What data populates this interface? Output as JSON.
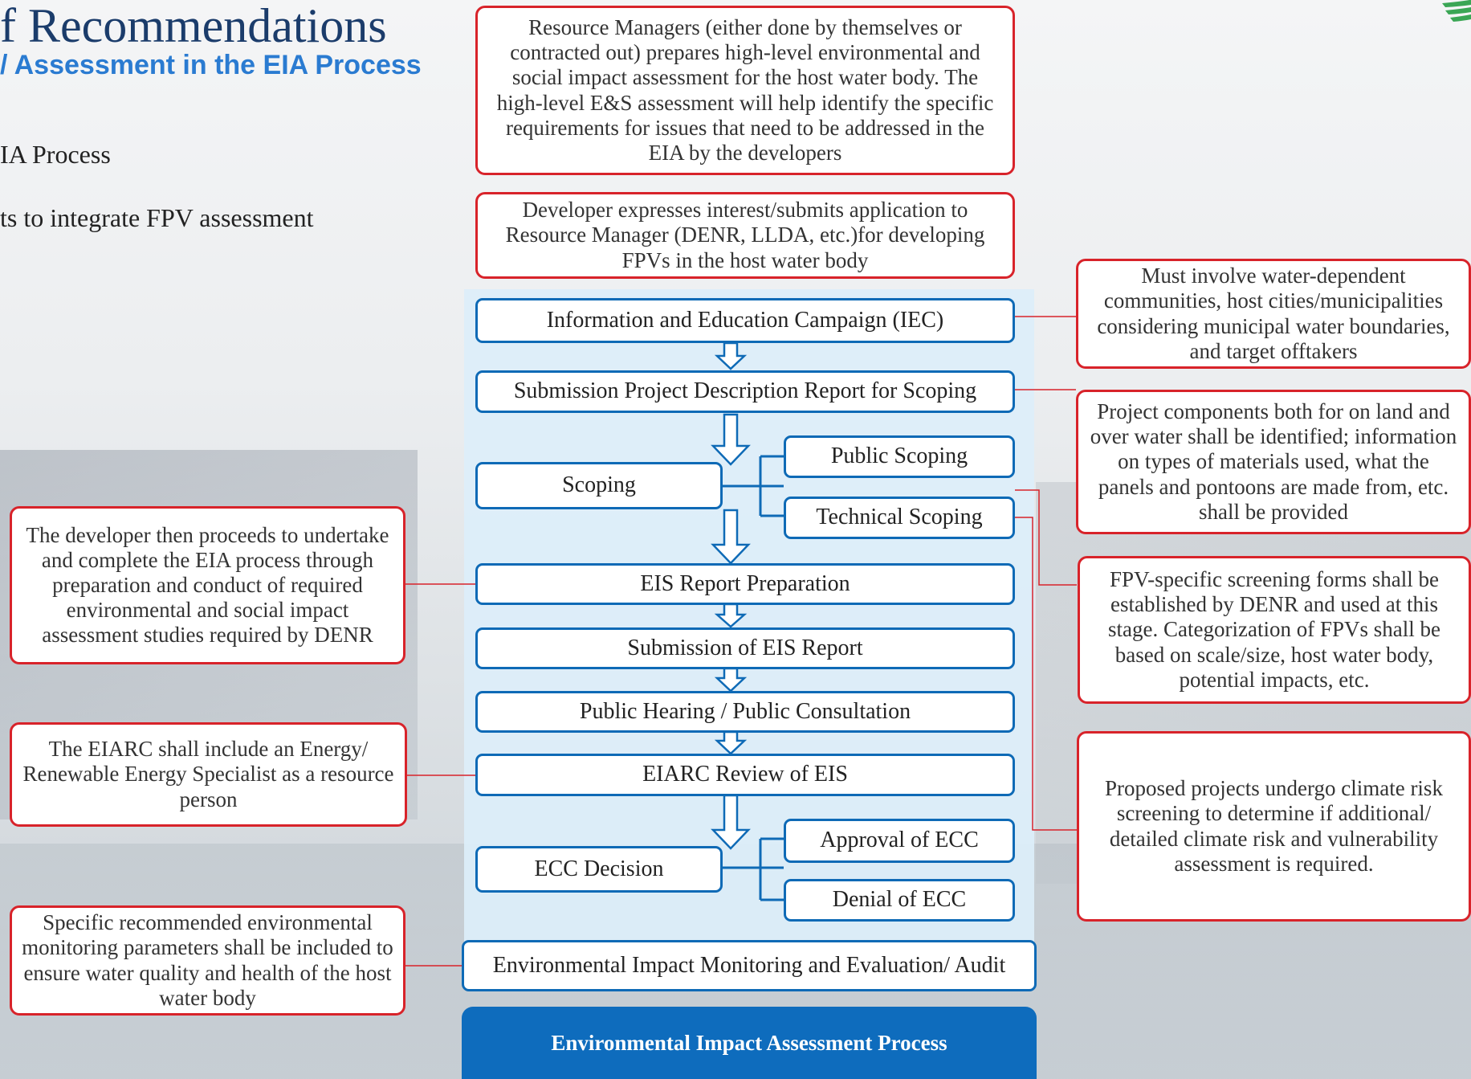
{
  "header": {
    "title": "f Recommendations",
    "subtitle": "/ Assessment in the EIA Process",
    "bullets": [
      "IA Process",
      "ts to integrate FPV assessment"
    ]
  },
  "top_boxes": {
    "resource_managers": "Resource Managers (either done by themselves or contracted out) prepares high-level environmental and social impact assessment for the host water body. The high-level E&S assessment will help identify the specific requirements for issues that need to be addressed in the EIA by the developers",
    "developer_interest": "Developer expresses interest/submits application to Resource Manager (DENR, LLDA, etc.)for developing FPVs in the host water body"
  },
  "process_steps": {
    "iec": "Information and Education Campaign (IEC)",
    "submission_pdr": "Submission Project Description Report for Scoping",
    "scoping": "Scoping",
    "public_scoping": "Public Scoping",
    "technical_scoping": "Technical Scoping",
    "eis_prep": "EIS Report Preparation",
    "eis_submission": "Submission of EIS Report",
    "public_hearing": "Public Hearing / Public Consultation",
    "eiarc_review": "EIARC Review of EIS",
    "ecc_decision": "ECC Decision",
    "approval_ecc": "Approval of ECC",
    "denial_ecc": "Denial of ECC",
    "monitoring": "Environmental Impact Monitoring and Evaluation/ Audit"
  },
  "footer": {
    "label": "Environmental Impact Assessment Process"
  },
  "left_notes": {
    "developer_proceeds": "The developer then proceeds to undertake and complete the EIA process through preparation and conduct of required environmental and social impact assessment studies required by DENR",
    "eiarc": "The EIARC shall include an Energy/ Renewable Energy Specialist as a resource person",
    "monitoring_params": "Specific recommended environmental monitoring parameters shall be included to ensure water quality and health of the host water body"
  },
  "right_notes": {
    "water_communities": "Must involve water-dependent communities, host cities/municipalities considering municipal water boundaries, and target offtakers",
    "project_components": "Project components both for on land and over water shall be identified; information on types of materials used, what the panels and pontoons are made from, etc. shall be provided",
    "screening_forms": "FPV-specific screening forms shall be established by DENR and used at this stage. Categorization of FPVs shall be based on scale/size, host water body, potential impacts, etc.",
    "climate_risk": "Proposed projects undergo climate risk screening to determine if additional/ detailed climate risk and vulnerability assessment is required."
  },
  "colors": {
    "red_border": "#d8232a",
    "blue_border": "#0e6ab6",
    "process_bg": "#ddeefa",
    "footer_bg": "#0e6cbd",
    "subtitle": "#2a7bd1"
  }
}
